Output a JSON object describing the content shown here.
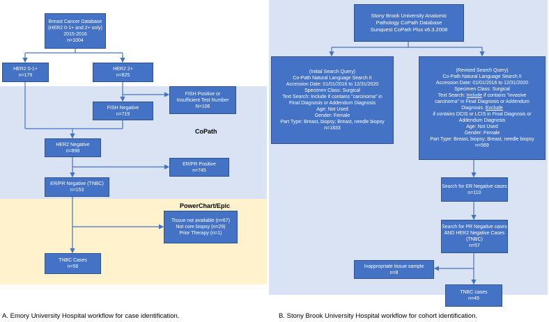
{
  "panel_a": {
    "zones": {
      "copath": "CoPath",
      "powerchart": "PowerChart/Epic"
    },
    "boxes": {
      "db": [
        "Breast Cancer Database",
        "(HER2 0-1+ and 2+ only)",
        "2015-2016",
        "n=1004"
      ],
      "her2_01": [
        "HER2 0-1+",
        "n=179"
      ],
      "her2_2": [
        "HER2 2+",
        "n=825"
      ],
      "fish_pos": [
        "FISH Positive or",
        "Insufficient Test Number",
        "N=106"
      ],
      "fish_neg": [
        "FISH Negative",
        "n=719"
      ],
      "her2_neg": [
        "HER2 Negative",
        "n=898"
      ],
      "erpr_pos": [
        "ER/PR Positive",
        "n=745"
      ],
      "erpr_neg": [
        "ER/PR Negative (TNBC)",
        "n=153"
      ],
      "excluded": [
        "Tissue not available (n=67)",
        "Not core biopsy (n=29)",
        "Prior Therapy (n=1)"
      ],
      "tnbc": [
        "TNBC Cases",
        "n=56"
      ]
    },
    "caption": "A. Emory University Hospital workflow for case identification."
  },
  "panel_b": {
    "boxes": {
      "db": [
        "Stony Brook University Anatomic",
        "Pathology CoPath Database",
        "Sunquest CoPath Plus v6.3.2008"
      ],
      "initial": [
        "(Initial Search Query)",
        "Co-Path Natural Language Search II",
        "Accession Date: 01/01/2016 to 12/31/2020",
        "Specimen Class: Surgical",
        "Text Search: Include if contains \"carcinoma\" in",
        "Final Diagnosis or Addendum Diagnosis",
        "Age: Not Used",
        "Gender: Female",
        "Part Type: Breast, biopsy; Breast, needle biopsy",
        "n=1833"
      ],
      "revised_head": [
        "(Revised Search Query)",
        "Co-Path Natural Language Search II",
        "Accession Date: 01/01/2016 to 12/31/2020",
        "Specimen Class: Surgical"
      ],
      "revised_text1_pre": "Text Search: ",
      "revised_text1_u": "Include",
      "revised_text1_post": " if contains \"invasive",
      "revised_text2": "carcinoma\" in Final Diagnosis or Addendum",
      "revised_text3_pre": "Diagnosis. ",
      "revised_text3_u": "Exclude",
      "revised_tail": [
        "if contains DCIS or LCIS in Final Diagnosis or",
        "Addendum Diagnosis",
        "Age: Not Used",
        "Gender: Female",
        "Part Type: Breast, biopsy;  Breast, needle biopsy",
        "n=569"
      ],
      "er_neg": [
        "Search for ER Negative cases",
        "n=110"
      ],
      "pr_her2": [
        "Search for PR Negative cases",
        "AND HER2 Negative Cases",
        "(TNBC)",
        "n=57"
      ],
      "inappropriate": [
        "Inappropriate tissue sample",
        "n=8"
      ],
      "tnbc": [
        "TNBC cases",
        "n=49"
      ]
    },
    "caption": "B. Stony Brook University Hospital workflow for cohort identification."
  },
  "colors": {
    "box": "#4472c4",
    "box_border": "#2f528f",
    "copath_bg": "#dae3f3",
    "powerchart_bg": "#fff2cc",
    "panel_b_bg": "#dae3f3",
    "arrow": "#4472c4"
  }
}
